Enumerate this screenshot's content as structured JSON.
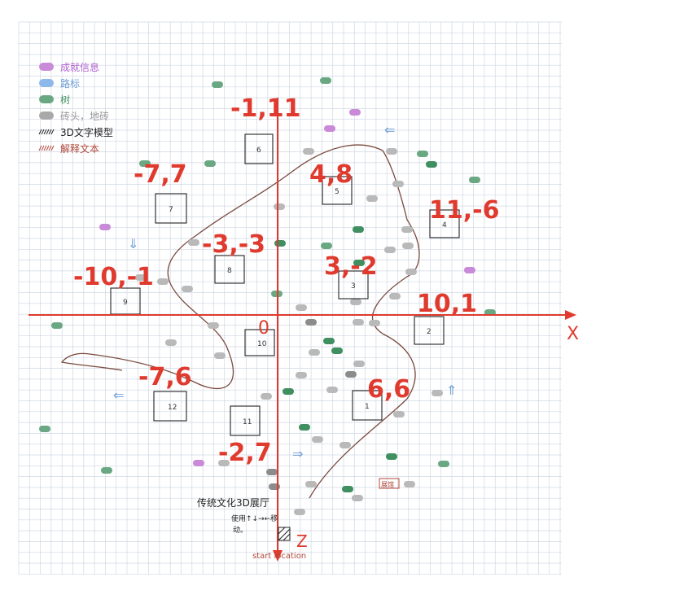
{
  "legend": [
    {
      "label": "成就信息",
      "color": "#c98ad8",
      "kind": "pill"
    },
    {
      "label": "路标",
      "color": "#8db8ec",
      "kind": "pill"
    },
    {
      "label": "树",
      "color": "#6aa883",
      "kind": "pill"
    },
    {
      "label": "砖头，地砖",
      "color": "#a9a9a9",
      "kind": "pill"
    },
    {
      "label": "3D文字模型",
      "color": "#222222",
      "kind": "hatch"
    },
    {
      "label": "解释文本",
      "color": "#b0483a",
      "kind": "hatch"
    }
  ],
  "axes": {
    "x_label": "X",
    "z_label": "Z",
    "origin_label": "0",
    "start_label": "start location"
  },
  "coordinates": [
    "-1,11",
    "-7,7",
    "4,8",
    "11,-6",
    "-3,-3",
    "3,-2",
    "-10,-1",
    "10,1",
    "-7,6",
    "6,6",
    "-2,7"
  ],
  "rooms": [
    "1",
    "2",
    "3",
    "4",
    "5",
    "6",
    "7",
    "8",
    "9",
    "10",
    "11",
    "12"
  ],
  "hall_note": {
    "title": "传统文化3D展厅",
    "line1": "使用↑↓→←移",
    "line2": "动。"
  },
  "small_box_label": "展馆",
  "colors": {
    "red": "#e03a2e",
    "purple": "#b060d0",
    "blue": "#6f9fd8",
    "green": "#3f8f60",
    "gray": "#9a9a9a",
    "path": "#7a4a3e",
    "grid": "#cfd8e4"
  }
}
